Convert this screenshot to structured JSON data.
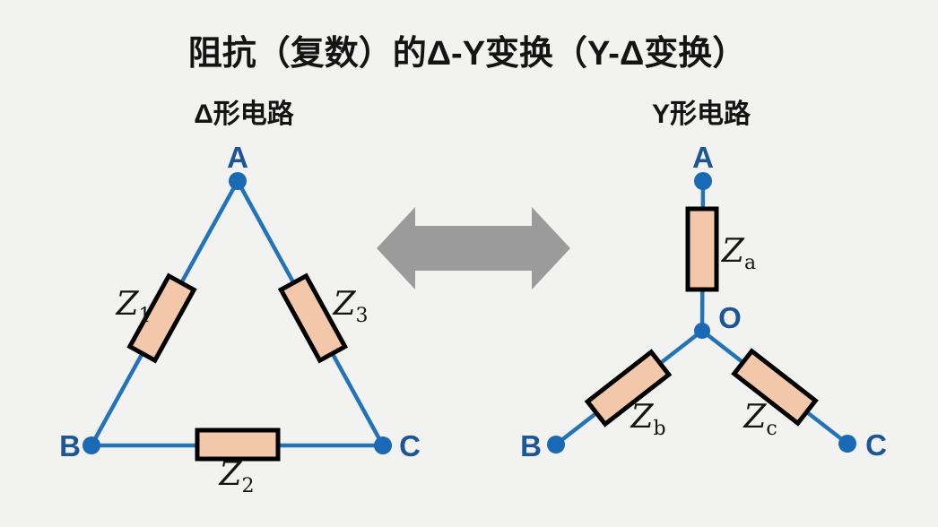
{
  "title": "阻抗（复数）的Δ-Y变换（Y-Δ变换）",
  "colors": {
    "background": "#f2f2f1",
    "wire-blue": "#2273b8",
    "node-blue": "#1a69b4",
    "label-blue": "#1e5594",
    "resistor-fill": "#f3c8aa",
    "resistor-border": "#000000",
    "arrow-gray": "#9b9b9b",
    "text-black": "#141414"
  },
  "icons": {
    "transform_arrow": "double-headed-horizontal-arrow"
  },
  "delta": {
    "subtitle": "Δ形电路",
    "node_a": "A",
    "node_b": "B",
    "node_c": "C",
    "z1": {
      "base": "Z",
      "sub": "1"
    },
    "z2": {
      "base": "Z",
      "sub": "2"
    },
    "z3": {
      "base": "Z",
      "sub": "3"
    }
  },
  "wye": {
    "subtitle": "Y形电路",
    "node_a": "A",
    "node_b": "B",
    "node_c": "C",
    "node_o": "O",
    "za": {
      "base": "Z",
      "sub": "a"
    },
    "zb": {
      "base": "Z",
      "sub": "b"
    },
    "zc": {
      "base": "Z",
      "sub": "c"
    }
  }
}
